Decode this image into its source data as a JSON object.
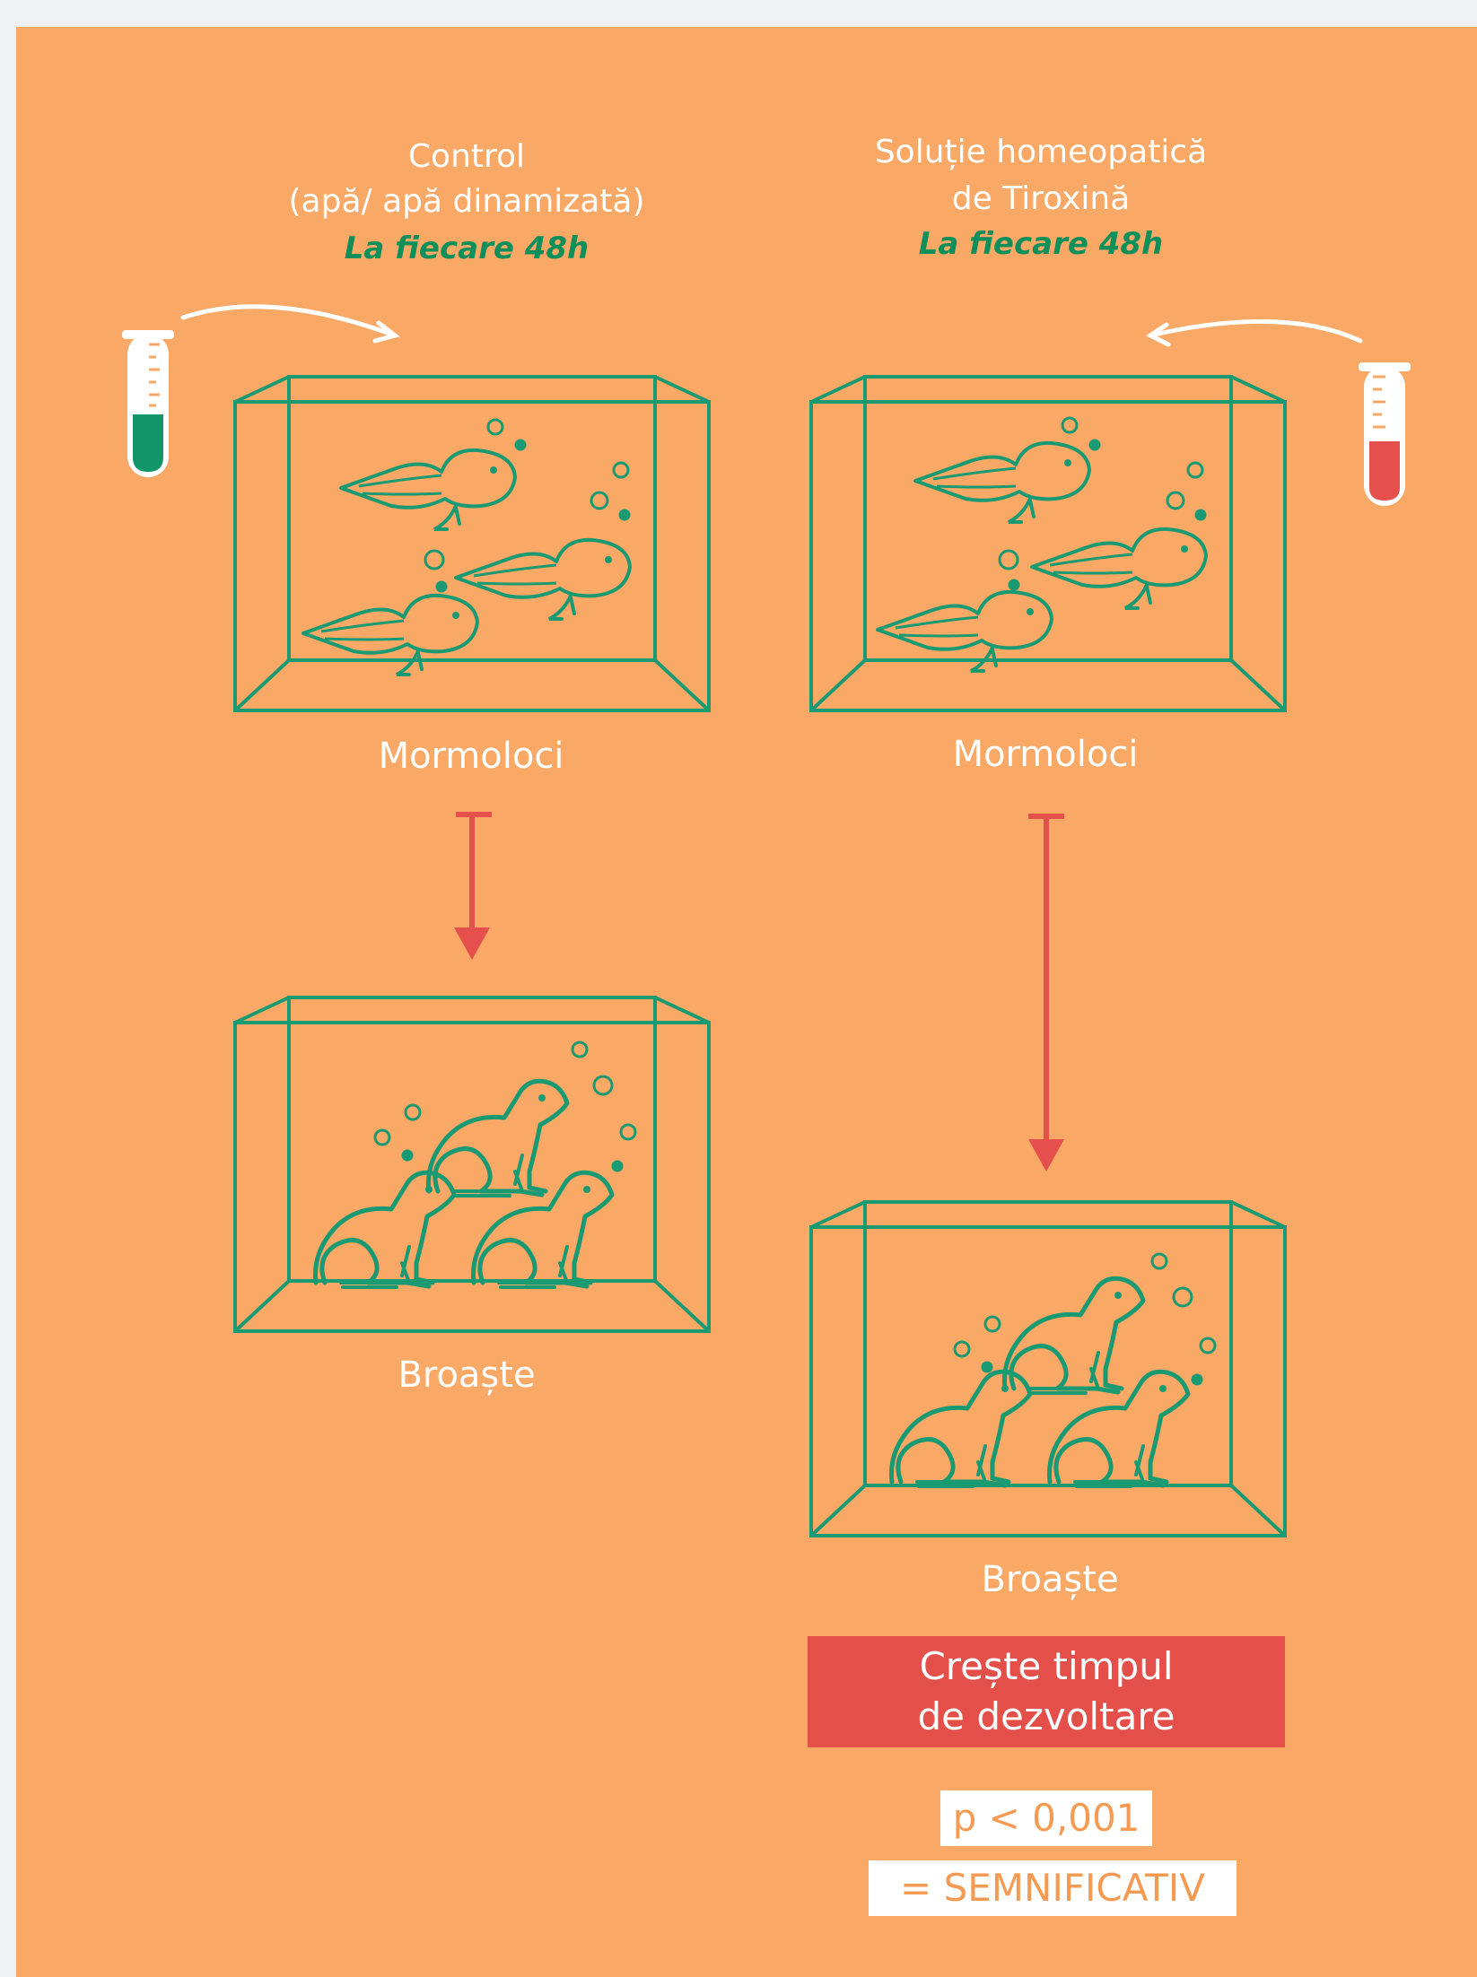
{
  "control": {
    "title": "Control",
    "subtitle": "(apă/ apă dinamizată)",
    "frequency": "La fiecare 48h",
    "tank_top_label": "Mormoloci",
    "tank_bottom_label": "Broaște",
    "tube_color": "#13956a"
  },
  "treatment": {
    "title": "Soluție homeopatică",
    "subtitle": "de Tiroxină",
    "frequency": "La fiecare 48h",
    "tank_top_label": "Mormoloci",
    "tank_bottom_label": "Broaște",
    "tube_color": "#e5504c"
  },
  "result": {
    "line1": "Crește timpul",
    "line2": "de dezvoltare",
    "pvalue": "p < 0,001",
    "significance": "= SEMNIFICATIV"
  },
  "colors": {
    "background": "#f9a866",
    "line": "#1a9a72",
    "arrow": "#e5504c",
    "text_accent": "#0f8f5a"
  },
  "icons": [
    "test-tube-icon",
    "curved-arrow-icon",
    "aquarium-tank-icon",
    "tadpole-icon",
    "frog-icon",
    "bubble-icon",
    "down-arrow-icon"
  ]
}
